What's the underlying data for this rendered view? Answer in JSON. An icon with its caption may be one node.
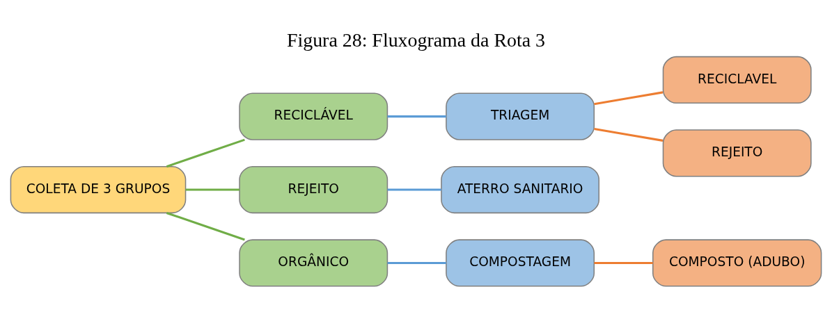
{
  "diagram": {
    "title": "Figura 28: Fluxograma da Rota 3",
    "nodes": [
      {
        "text": [
          "COLETA DE 3 GRUPOS"
        ]
      },
      {
        "text": [
          "RECICLÁVEL"
        ]
      },
      {
        "text": [
          "REJEITO"
        ]
      },
      {
        "text": [
          "ORGÂNICO"
        ]
      },
      {
        "text": [
          "TRIAGEM"
        ]
      },
      {
        "text": [
          "ATERRO SANITARIO"
        ]
      },
      {
        "text": [
          "COMPOSTAGEM"
        ]
      },
      {
        "text": [
          "RECICLAVEL"
        ]
      },
      {
        "text": [
          "REJEITO"
        ]
      },
      {
        "text": [
          "COMPOSTO (ADUBO)"
        ]
      }
    ],
    "edges": [
      {
        "from": 0,
        "to": 1,
        "arrow": "none",
        "color": "#70ad47"
      },
      {
        "from": 0,
        "to": 2,
        "arrow": "none",
        "color": "#70ad47"
      },
      {
        "from": 0,
        "to": 3,
        "arrow": "none",
        "color": "#70ad47"
      },
      {
        "from": 1,
        "to": 4,
        "arrow": "none",
        "color": "#5b9bd5"
      },
      {
        "from": 2,
        "to": 5,
        "arrow": "none",
        "color": "#5b9bd5"
      },
      {
        "from": 3,
        "to": 6,
        "arrow": "none",
        "color": "#5b9bd5"
      },
      {
        "from": 4,
        "to": 7,
        "arrow": "none",
        "color": "#ed7d31"
      },
      {
        "from": 4,
        "to": 8,
        "arrow": "none",
        "color": "#ed7d31"
      },
      {
        "from": 6,
        "to": 9,
        "arrow": "none",
        "color": "#ed7d31"
      }
    ]
  }
}
